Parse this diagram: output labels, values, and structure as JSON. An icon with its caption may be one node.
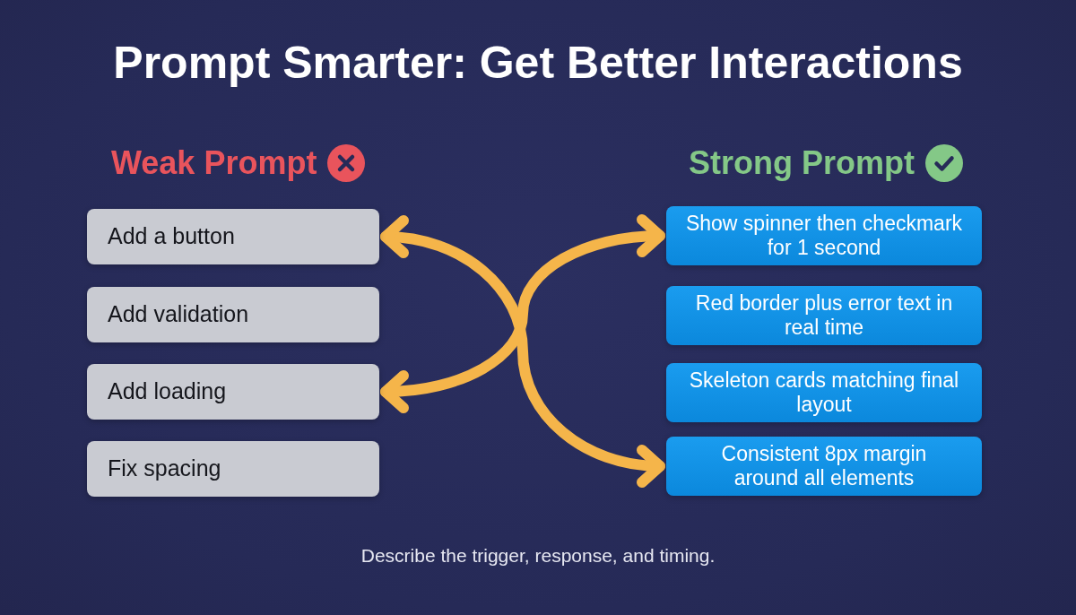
{
  "diagram": {
    "title": "Prompt Smarter: Get Better Interactions",
    "nodes": [
      {
        "text": [
          "Add a button"
        ]
      },
      {
        "text": [
          "Add validation"
        ]
      },
      {
        "text": [
          "Add loading"
        ]
      },
      {
        "text": [
          "Fix spacing"
        ]
      },
      {
        "text": [
          "Show spinner then checkmark for 1 second"
        ]
      },
      {
        "text": [
          "Red border plus error text in real time"
        ]
      },
      {
        "text": [
          "Skeleton cards matching final layout"
        ]
      },
      {
        "text": [
          "Consistent 8px margin around all elements"
        ]
      }
    ],
    "edges": [
      {
        "from": 0,
        "to": 7,
        "arrow": "both"
      },
      {
        "from": 2,
        "to": 4,
        "arrow": "both"
      }
    ],
    "labels": [
      "Weak Prompt",
      "Strong Prompt"
    ],
    "caption": "Describe the trigger, response, and timing."
  }
}
